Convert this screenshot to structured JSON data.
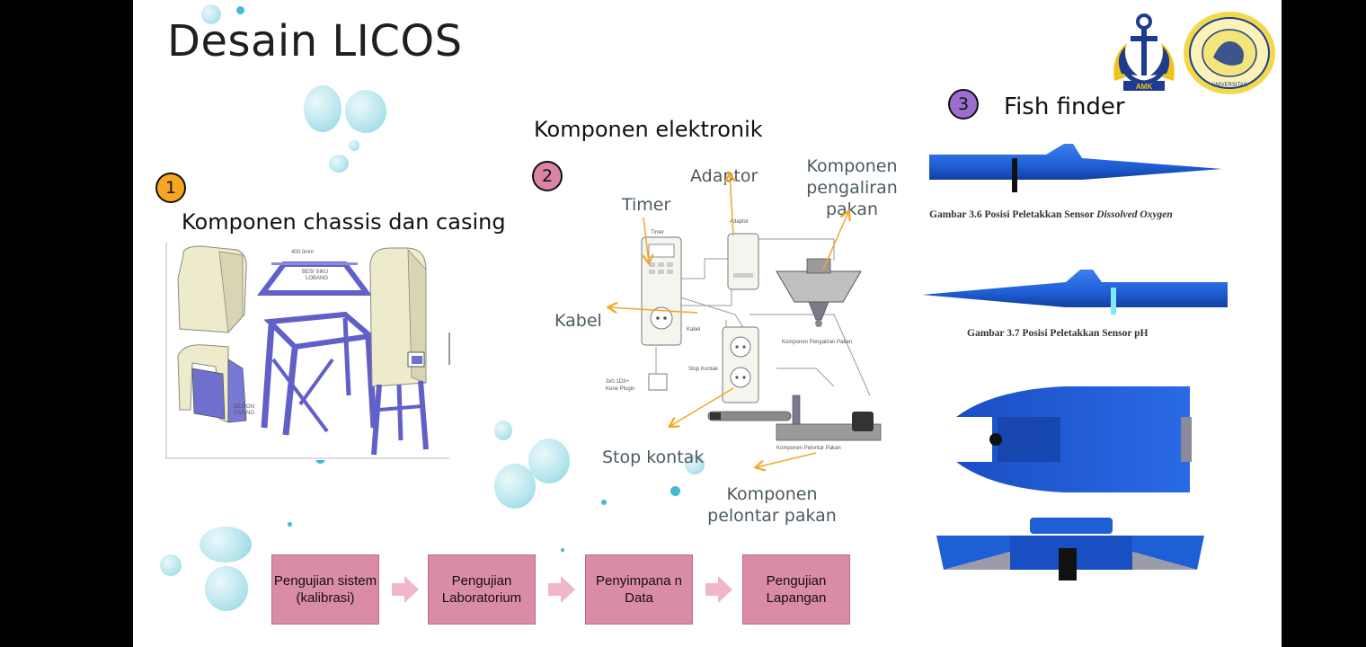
{
  "title": "Desain LICOS",
  "sections": {
    "s1": {
      "number": "1",
      "heading": "Komponen chassis dan casing",
      "color": "#f6a623"
    },
    "s2": {
      "number": "2",
      "heading": "Komponen elektronik",
      "color": "#d984a4"
    },
    "s3": {
      "number": "3",
      "heading": "Fish finder",
      "color": "#9b6fd0"
    }
  },
  "chassis_labels": {
    "dim": "400.0mm",
    "besi_line1": "BESI SIKU",
    "besi_line2": "LOBANG",
    "design_line1": "DESIGN",
    "design_line2": "CASING"
  },
  "electronics_labels": {
    "timer": "Timer",
    "adaptor": "Adaptor",
    "pengaliran": "Komponen pengaliran pakan",
    "kabel": "Kabel",
    "stop_kontak": "Stop kontak",
    "pelontar": "Komponen pelontar pakan"
  },
  "diagram_small_text": {
    "timer": "Timer",
    "adaptor": "Adaptor",
    "kabel": "Kabel",
    "stop_kontak": "Stop Kontak",
    "pengaliran": "Komponen Pengaliran Pakan",
    "pelontar": "Komponen Pelontar Pakan",
    "plug1": "3x0.1D3+",
    "plug2": "Kone Plugin"
  },
  "fish_finder": {
    "caption1_prefix": "Gambar 3.6 Posisi Peletakkan Sensor ",
    "caption1_italic": "Dissolved Oxygen",
    "caption2": "Gambar 3.7 Posisi Peletakkan Sensor pH"
  },
  "flow_steps": [
    {
      "label": "Pengujian sistem (kalibrasi)"
    },
    {
      "label": "Pengujian Laboratorium"
    },
    {
      "label": "Penyimpana n Data"
    },
    {
      "label": "Pengujian Lapangan"
    }
  ],
  "logos": {
    "anchor_text": "AMK",
    "seal_text": "UNIVERSITAS"
  },
  "colors": {
    "step_fill": "#da8ba7",
    "arrow_pink": "#f0b7c9",
    "annotation_arrow": "#f5a623",
    "hull_blue": "#1f5fd6"
  }
}
